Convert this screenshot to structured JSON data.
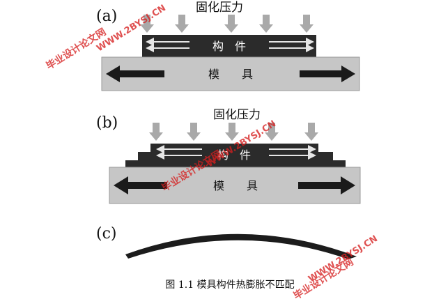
{
  "panels": [
    {
      "label": "(a)",
      "pressure": "固化压力",
      "part": "构　件",
      "mold": "模　　具"
    },
    {
      "label": "(b)",
      "pressure": "固化压力",
      "part": "构　件",
      "mold": "模　　具"
    },
    {
      "label": "(c)"
    }
  ],
  "caption": "图 1.1  模具构件热膨胀不匹配",
  "watermarks": [
    "毕业设计论文网",
    "WWW.2BYSJ.CN"
  ],
  "colors": {
    "part": "#2b2b2b",
    "mold": "#c6c6c6",
    "arrow_gray": "#a9a9a9",
    "arrow_dark": "#1a1a1a",
    "watermark": "#d62020"
  }
}
